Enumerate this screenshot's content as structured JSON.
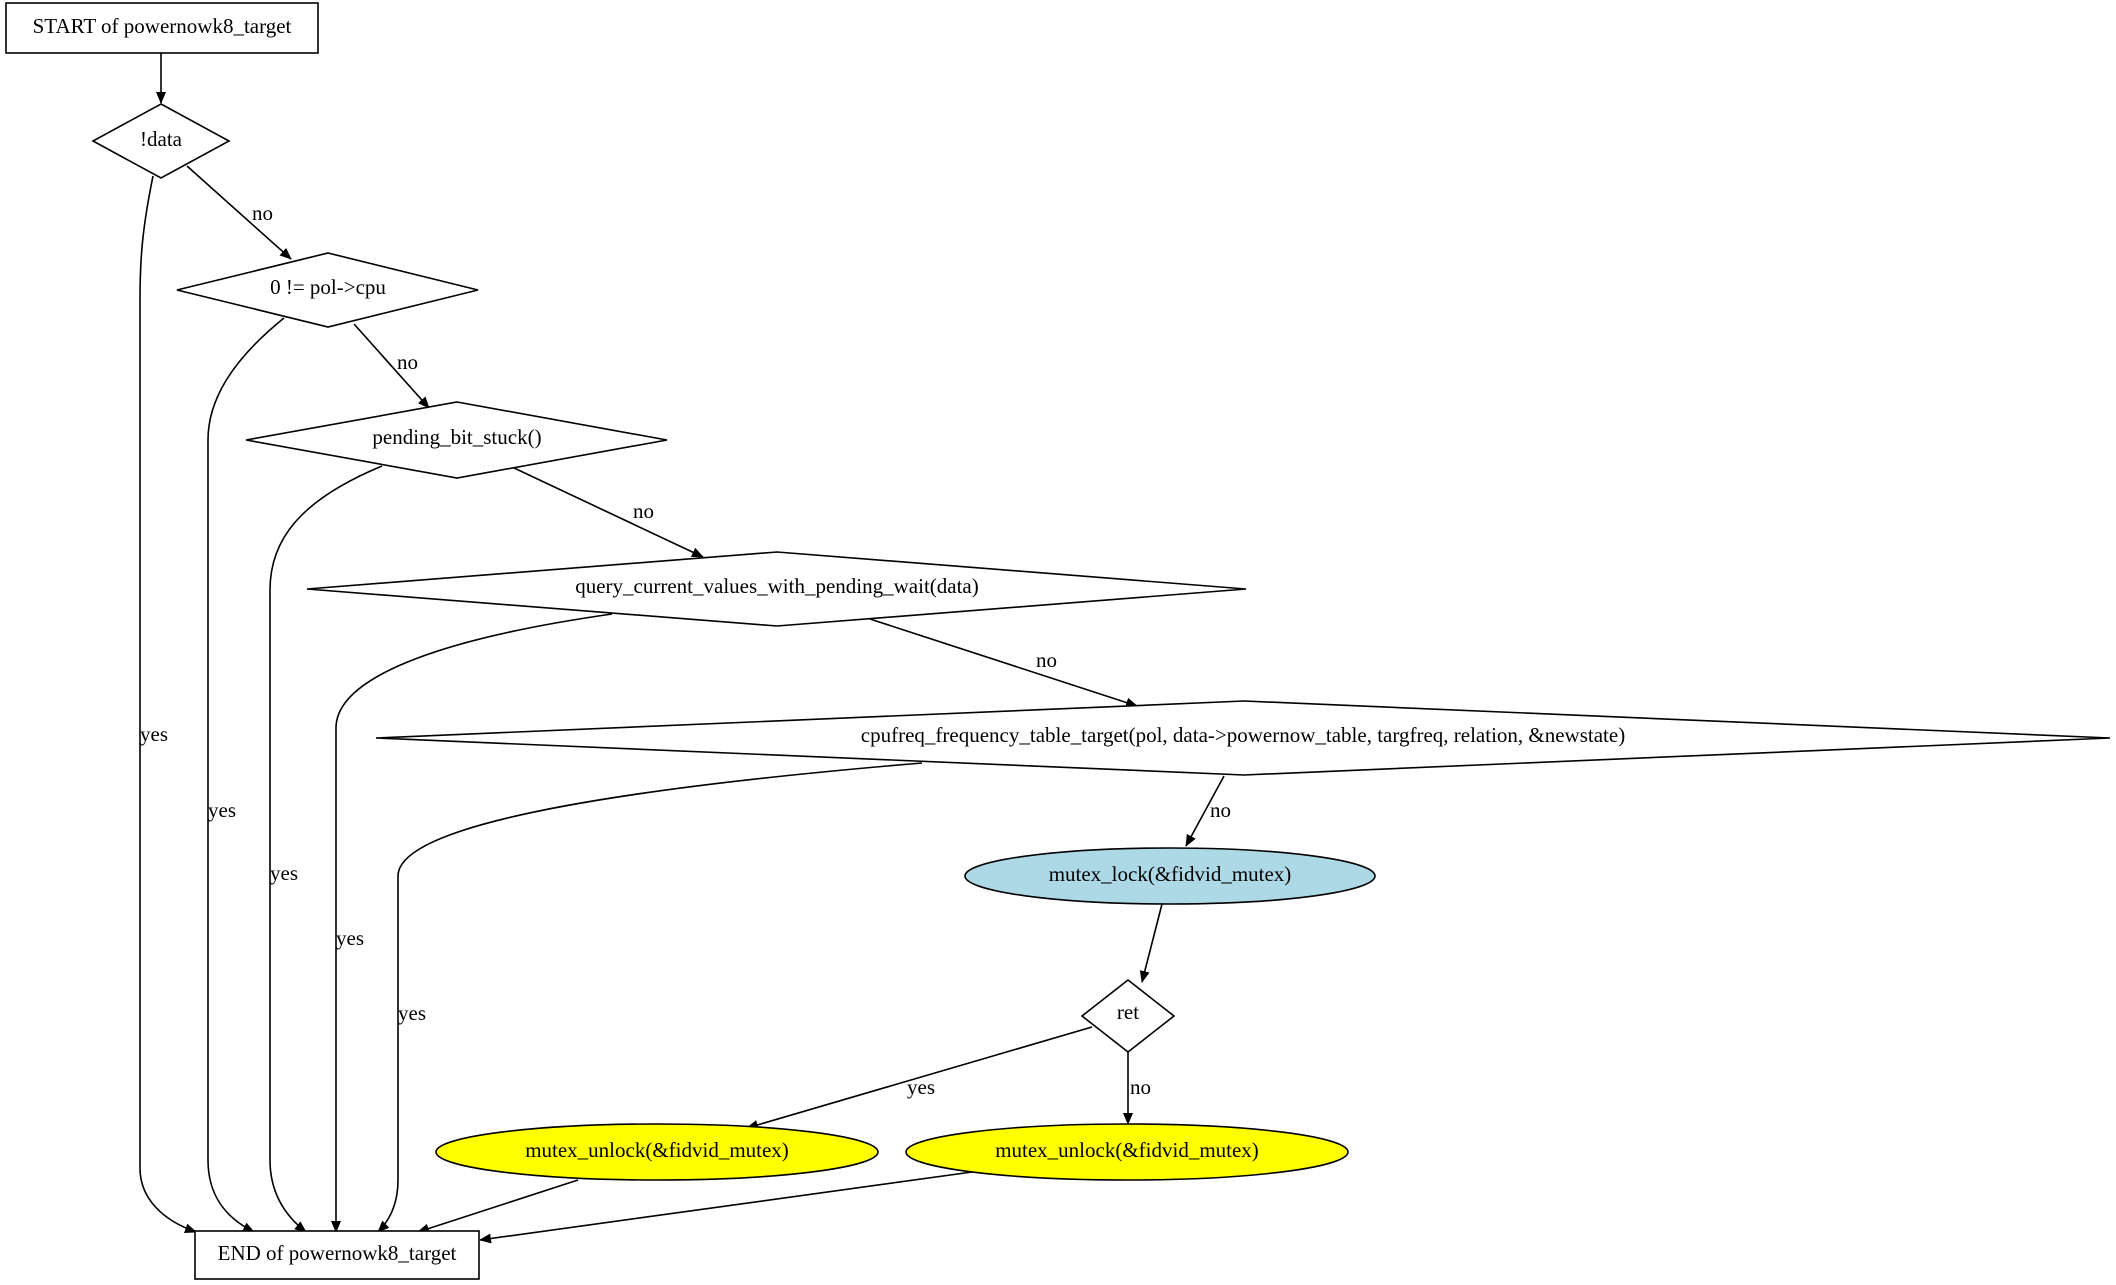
{
  "diagram": {
    "type": "flowchart",
    "nodes": {
      "start": {
        "label": "START of powernowk8_target",
        "shape": "box"
      },
      "cond_data": {
        "label": "!data",
        "shape": "diamond"
      },
      "cond_cpu": {
        "label": "0 != pol->cpu",
        "shape": "diamond"
      },
      "cond_pending": {
        "label": "pending_bit_stuck()",
        "shape": "diamond"
      },
      "cond_query": {
        "label": "query_current_values_with_pending_wait(data)",
        "shape": "diamond"
      },
      "cond_cpufreq": {
        "label": "cpufreq_frequency_table_target(pol, data->powernow_table, targfreq, relation, &newstate)",
        "shape": "diamond"
      },
      "mutex_lock": {
        "label": "mutex_lock(&fidvid_mutex)",
        "shape": "ellipse",
        "fill": "#add8e6"
      },
      "cond_ret": {
        "label": "ret",
        "shape": "diamond"
      },
      "unlock_yes": {
        "label": "mutex_unlock(&fidvid_mutex)",
        "shape": "ellipse",
        "fill": "#ffff00"
      },
      "unlock_no": {
        "label": "mutex_unlock(&fidvid_mutex)",
        "shape": "ellipse",
        "fill": "#ffff00"
      },
      "end": {
        "label": "END of powernowk8_target",
        "shape": "box"
      }
    },
    "edge_labels": {
      "data_no": "no",
      "data_yes": "yes",
      "cpu_no": "no",
      "cpu_yes": "yes",
      "pending_no": "no",
      "pending_yes": "yes",
      "query_no": "no",
      "query_yes": "yes",
      "cpufreq_no": "no",
      "cpufreq_yes": "yes",
      "ret_yes": "yes",
      "ret_no": "no"
    }
  }
}
